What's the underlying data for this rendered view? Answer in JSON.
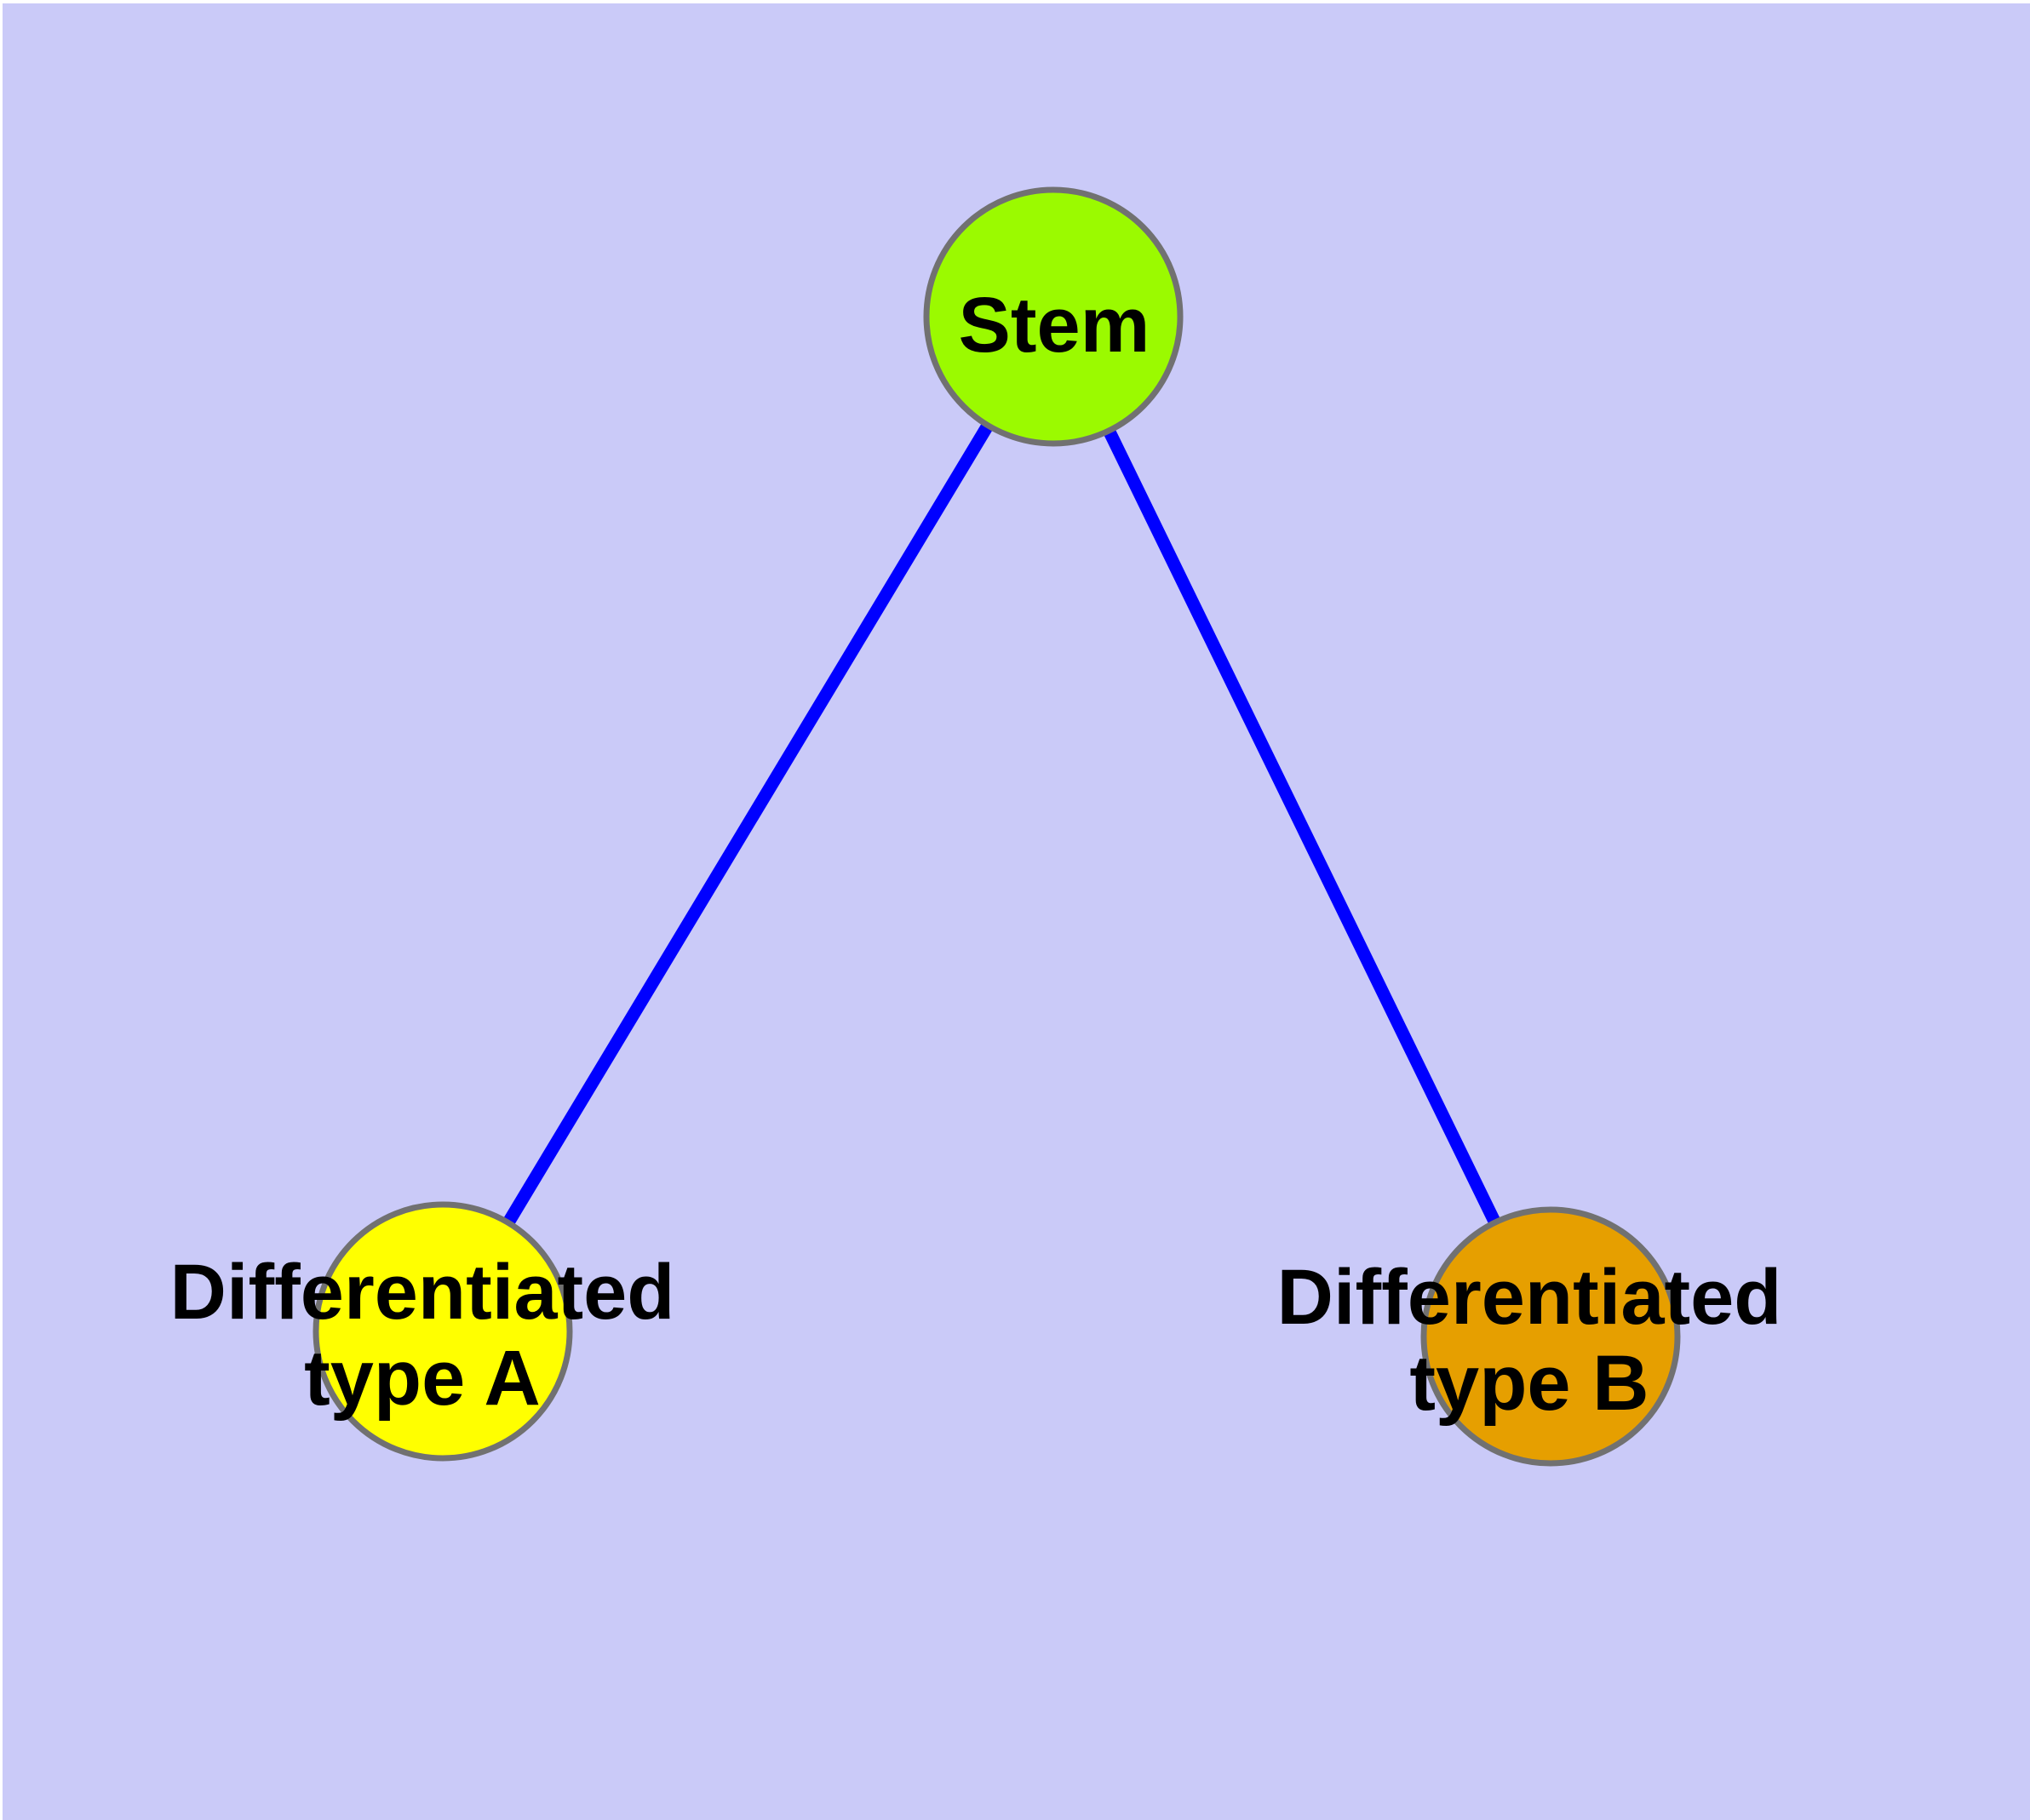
{
  "diagram": {
    "type": "graph",
    "background_color": "#CACAF8",
    "frame_color": "#FFFFFF",
    "edge_color": "#0000FF",
    "node_border_color": "#717171",
    "text_color": "#000000",
    "nodes": {
      "stem": {
        "label": "Stem",
        "color": "#9BFA00"
      },
      "type_a": {
        "label_line1": "Differentiated",
        "label_line2": "type A",
        "color": "#FFFF00"
      },
      "type_b": {
        "label_line1": "Differentiated",
        "label_line2": "type B",
        "color": "#E69F00"
      }
    },
    "edges": [
      {
        "from": "Stem",
        "to": "Differentiated type A"
      },
      {
        "from": "Stem",
        "to": "Differentiated type B"
      }
    ]
  }
}
